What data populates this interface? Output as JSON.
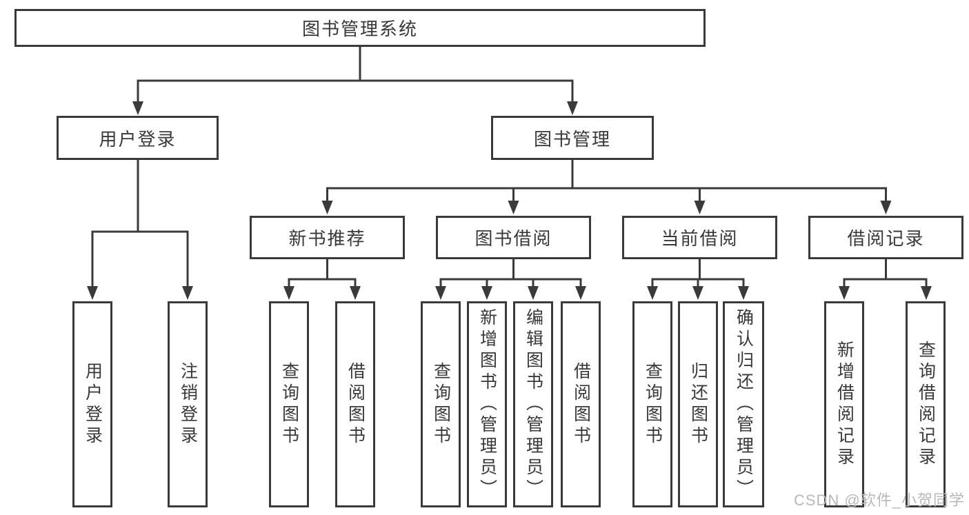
{
  "diagram": {
    "root": "图书管理系统",
    "level2": [
      "用户登录",
      "图书管理"
    ],
    "level3": [
      "新书推荐",
      "图书借阅",
      "当前借阅",
      "借阅记录"
    ],
    "leaves": {
      "user_login": [
        "用户登录",
        "注销登录"
      ],
      "new_book_recommend": [
        "查询图书",
        "借阅图书"
      ],
      "book_borrow": [
        "查询图书",
        "新增图书（管理员）",
        "编辑图书（管理员）",
        "借阅图书"
      ],
      "current_borrow": [
        "查询图书",
        "归还图书",
        "确认归还（管理员）"
      ],
      "borrow_record": [
        "新增借阅记录",
        "查询借阅记录"
      ]
    }
  },
  "watermark": "CSDN @软件_小贺同学",
  "colors": {
    "line": "#3a3a3a",
    "text": "#383838",
    "watermark": "#b8b8b8"
  }
}
